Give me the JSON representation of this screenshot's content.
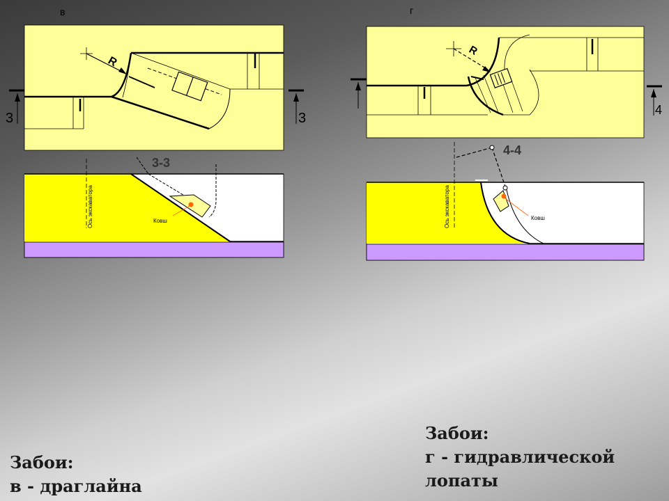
{
  "diagram_b": {
    "panel_letter": "в",
    "section_left": "3",
    "section_right": "3",
    "radius_label": "R",
    "cut_label": "3-3",
    "axis_label": "Ось экскаватора",
    "bucket_label": "Ковш"
  },
  "diagram_g": {
    "panel_letter": "г",
    "section_right": "4",
    "radius_label": "R",
    "cut_label": "4-4",
    "axis_label": "Ось экскаватора",
    "bucket_label": "Ковш"
  },
  "caption_left": {
    "line1": "Забои:",
    "line2": "в - драглайна"
  },
  "caption_right": {
    "line1": "Забои:",
    "line2": "г - гидравлической",
    "line3": "лопаты"
  },
  "colors": {
    "plan_fill": "#ffff99",
    "section_fill": "#ffff00",
    "base_layer": "#cc99ff",
    "marker": "#ff6600"
  }
}
